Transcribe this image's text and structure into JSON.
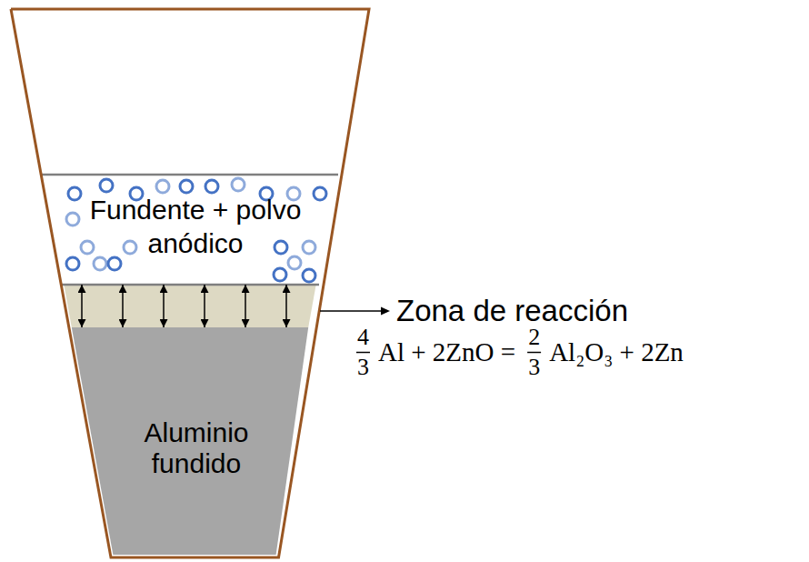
{
  "diagram": {
    "nodes": [
      {
        "text": [
          "Fundente + polvo anódico"
        ]
      },
      {
        "text": [
          "Aluminio fundido"
        ]
      }
    ],
    "edges": [
      {
        "from": 0,
        "to": 1,
        "arrow": "both"
      },
      {
        "from": 0,
        "to": 1,
        "arrow": "both"
      },
      {
        "from": 0,
        "to": 1,
        "arrow": "both"
      },
      {
        "from": 0,
        "to": 1,
        "arrow": "both"
      },
      {
        "from": 0,
        "to": 1,
        "arrow": "both"
      },
      {
        "from": 0,
        "to": 1,
        "arrow": "both"
      }
    ],
    "labels": [
      "Zona de reacción",
      "4",
      "3",
      "Al + 2ZnO =",
      "2",
      "3",
      "Al₂O₃ + 2Zn"
    ]
  }
}
